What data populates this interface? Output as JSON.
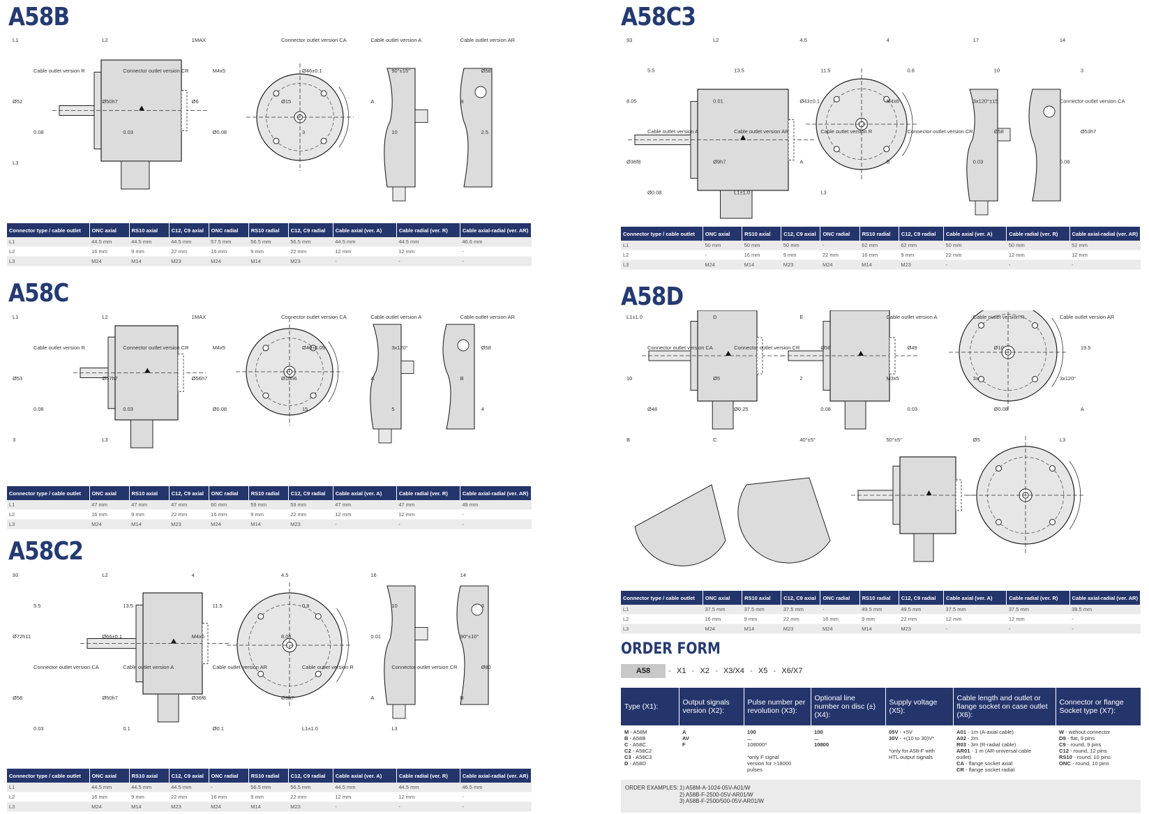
{
  "sections": {
    "a58b": {
      "title": "A58B",
      "labels": [
        "L1",
        "L2",
        "1MAX",
        "Connector outlet version CA",
        "Cable outlet version A",
        "Cable outlet version AR",
        "Cable outlet version R",
        "Connector outlet version CR",
        "M4x5",
        "Ø46±0.1",
        "90°±15°",
        "Ø58",
        "Ø52",
        "Ø50h7",
        "Ø6",
        "Ø15",
        "A",
        "B",
        "0.08",
        "0.03",
        "Ø0.08",
        "3",
        "10",
        "2.5",
        "L3"
      ]
    },
    "a58c": {
      "title": "A58C",
      "labels": [
        "L1",
        "L2",
        "1MAX",
        "Connector outlet version CA",
        "Cable outlet version A",
        "Cable outlet version AR",
        "Cable outlet version R",
        "Connector outlet version CR",
        "M4x5",
        "Ø40±0.05",
        "3x120°",
        "Ø58",
        "Ø53",
        "Ø57h7",
        "Ø56h7",
        "Ø10h6",
        "A",
        "B",
        "0.08",
        "0.03",
        "Ø0.08",
        "15",
        "5",
        "4",
        "3",
        "L3"
      ]
    },
    "a58c2": {
      "title": "A58C2",
      "labels": [
        "93",
        "L2",
        "4",
        "4.5",
        "16",
        "14",
        "5.5",
        "13.5",
        "11.5",
        "0.8",
        "10",
        "3",
        "Ø72h11",
        "Ø66±0.1",
        "M4x6",
        "8.05",
        "0.01",
        "90°±10°",
        "Connector outlet version CA",
        "Cable outlet version A",
        "Cable outlet version AR",
        "Cable outlet version R",
        "Connector outlet version CR",
        "Ø80",
        "Ø58",
        "Ø50h7",
        "Ø36f8",
        "Ø9h7",
        "A",
        "B",
        "0.03",
        "0.1",
        "Ø0.1",
        "L1±1.0",
        "L3"
      ]
    },
    "a58c3": {
      "title": "A58C3",
      "labels": [
        "93",
        "L2",
        "4.5",
        "4",
        "17",
        "14",
        "5.5",
        "13.5",
        "11.5",
        "0.8",
        "10",
        "3",
        "8.05",
        "0.01",
        "Ø43±0.1",
        "M4x6",
        "3x120°±15",
        "Connector outlet version CA",
        "Cable outlet version A",
        "Cable outlet version AR",
        "Cable outlet version R",
        "Connector outlet version CR",
        "Ø58",
        "Ø53h7",
        "Ø36f8",
        "Ø9h7",
        "A",
        "B",
        "0.03",
        "0.08",
        "Ø0.08",
        "L1±1.0",
        "L3"
      ]
    },
    "a58d": {
      "title": "A58D",
      "labels": [
        "L1±1.0",
        "D",
        "E",
        "Cable outlet version A",
        "Cable outlet version R",
        "Cable outlet version AR",
        "Connector outlet version CA",
        "Connector outlet version CR",
        "Ø58",
        "Ø49",
        "Ø10",
        "19.5",
        "10",
        "Ø5",
        "2",
        "M3x5",
        "3x",
        "3x120°",
        "Ø48",
        "Ø0.25",
        "0.08",
        "0.03",
        "Ø0.08",
        "A",
        "B",
        "C",
        "40°±5°",
        "50°±5°",
        "Ø5",
        "L3"
      ]
    }
  },
  "tables": {
    "headers": [
      "Connector type / cable outlet",
      "ONC axial",
      "RS10 axial",
      "C12, C9 axial",
      "ONC radial",
      "RS10 radial",
      "C12, C9 radial",
      "Cable axial (ver. A)",
      "Cable radial (ver. R)",
      "Cable axial-radial (ver. AR)"
    ],
    "a58b": [
      [
        "L1",
        "44.5 mm",
        "44.5 mm",
        "44.5 mm",
        "57.5 mm",
        "56.5 mm",
        "56.5 mm",
        "44.5 mm",
        "44.5 mm",
        "46.6 mm"
      ],
      [
        "L2",
        "16 mm",
        "9 mm",
        "22 mm",
        "16 mm",
        "9 mm",
        "22 mm",
        "12 mm",
        "12 mm",
        "-"
      ],
      [
        "L3",
        "M24",
        "M14",
        "M23",
        "M24",
        "M14",
        "M23",
        "-",
        "-",
        "-"
      ]
    ],
    "a58c": [
      [
        "L1",
        "47 mm",
        "47 mm",
        "47 mm",
        "60 mm",
        "59 mm",
        "59 mm",
        "47 mm",
        "47 mm",
        "49 mm"
      ],
      [
        "L2",
        "16 mm",
        "9 mm",
        "22 mm",
        "16 mm",
        "9 mm",
        "22 mm",
        "12 mm",
        "12 mm",
        "-"
      ],
      [
        "L3",
        "M24",
        "M14",
        "M23",
        "M24",
        "M14",
        "M23",
        "-",
        "-",
        "-"
      ]
    ],
    "a58c2": [
      [
        "L1",
        "44.5 mm",
        "44.5 mm",
        "44.5 mm",
        "-",
        "56.5 mm",
        "56.5 mm",
        "44.5 mm",
        "44.5 mm",
        "46.5 mm"
      ],
      [
        "L2",
        "16 mm",
        "9 mm",
        "22 mm",
        "16 mm",
        "9 mm",
        "22 mm",
        "12 mm",
        "12 mm",
        "-"
      ],
      [
        "L3",
        "M24",
        "M14",
        "M23",
        "M24",
        "M14",
        "M23",
        "-",
        "-",
        "-"
      ]
    ],
    "a58c3": [
      [
        "L1",
        "50 mm",
        "50 mm",
        "50 mm",
        "-",
        "62 mm",
        "62 mm",
        "50 mm",
        "50 mm",
        "52 mm"
      ],
      [
        "L2",
        "-",
        "16 mm",
        "9 mm",
        "22 mm",
        "16 mm",
        "9 mm",
        "22 mm",
        "12 mm",
        "12 mm",
        "-"
      ],
      [
        "L3",
        "M24",
        "M14",
        "M23",
        "M24",
        "M14",
        "M23",
        "-",
        "-",
        "-"
      ]
    ],
    "a58d": [
      [
        "L1",
        "37.5 mm",
        "37.5 mm",
        "37.5 mm",
        "-",
        "49.5 mm",
        "49.5 mm",
        "37.5 mm",
        "37.5 mm",
        "39.5 mm"
      ],
      [
        "L2",
        "16 mm",
        "9 mm",
        "22 mm",
        "16 mm",
        "9 mm",
        "22 mm",
        "12 mm",
        "12 mm",
        "-"
      ],
      [
        "L3",
        "M24",
        "M14",
        "M23",
        "M24",
        "M14",
        "M23",
        "-",
        "-",
        "-"
      ]
    ]
  },
  "order_form": {
    "title": "ORDER FORM",
    "code": "A58",
    "slots": [
      "X1",
      "X2",
      "X3/X4",
      "X5",
      "X6/X7"
    ],
    "columns": [
      {
        "header": "Type (X1):",
        "lines": [
          "M - A58M",
          "B - A58B",
          "C - A58C",
          "C2 - A58C2",
          "C3 - A58C3",
          "D - A58D"
        ]
      },
      {
        "header": "Output signals version (X2):",
        "lines": [
          "A",
          "AV",
          "F"
        ]
      },
      {
        "header": "Pulse number per revolution (X3):",
        "lines": [
          "100",
          "...",
          "108000*",
          "",
          "*only F signal",
          "version for >18000",
          "pulses"
        ]
      },
      {
        "header": "Optional line number on disc (±) (X4):",
        "lines": [
          "100",
          "...",
          "10800"
        ]
      },
      {
        "header": "Supply voltage (X5):",
        "lines": [
          "05V - +5V",
          "30V - +(10 to 30)V*",
          "",
          "*only for A58-F with",
          "HTL output signals"
        ]
      },
      {
        "header": "Cable length and outlet or flange socket on case outlet (X6):",
        "lines": [
          "A01 - 1m (A-axial cable)",
          "A02 - 2m",
          "R03 - 3m (R-radial cable)",
          "AR01 - 1 m (AR-universal cable",
          "outlet)",
          "CA - flange socket axial",
          "CR - flange socket radial"
        ]
      },
      {
        "header": "Connector or flange Socket type (X7):",
        "lines": [
          "W - without connector",
          "D9 - flat, 9 pins",
          "C9 - round, 9 pins",
          "C12 - round, 12 pins",
          "RS10 - round, 10 pins",
          "ONC - round, 10 pins"
        ]
      }
    ],
    "examples_label": "ORDER EXAMPLES:",
    "examples": [
      "1) A58M-A-1024-05V-A01/W",
      "2) A58B-F-2500-05V-AR01/W",
      "3) A58B-F-2500/500-05V-AR01/W"
    ]
  }
}
